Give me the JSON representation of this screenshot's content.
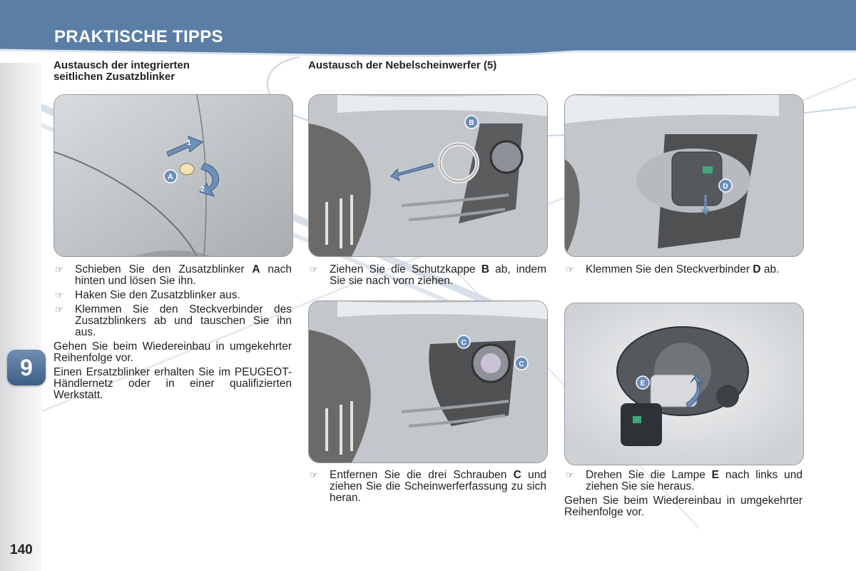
{
  "header": {
    "title": "PRAKTISCHE TIPPS"
  },
  "sidebar": {
    "chapter": "9",
    "page_number": "140"
  },
  "left_section": {
    "heading_line1": "Austausch der integrierten",
    "heading_line2": "seitlichen Zusatzblinker",
    "bullets": [
      {
        "pre": "Schieben Sie den Zusatzblinker ",
        "bold": "A",
        "post": " nach hinten und lösen Sie ihn."
      },
      {
        "pre": "Haken Sie den Zusatzblinker aus.",
        "bold": "",
        "post": ""
      },
      {
        "pre": "Klemmen Sie den Steckverbinder des Zusatzblinkers ab und tauschen Sie ihn aus.",
        "bold": "",
        "post": ""
      }
    ],
    "para1": "Gehen Sie beim Wiedereinbau in umgekehrter Reihenfolge vor.",
    "para2": "Einen Ersatzblinker erhalten Sie im PEUGEOT-Händlernetz oder in einer qualifizierten Werkstatt.",
    "image_labels": {
      "a": "A",
      "one": "1",
      "two": "2"
    }
  },
  "fog_section": {
    "heading": "Austausch der Nebelscheinwerfer (5)",
    "step1": {
      "pre": "Ziehen Sie die Schutzkappe ",
      "bold": "B",
      "post": " ab, indem Sie sie nach vorn ziehen.",
      "label": "B"
    },
    "step2": {
      "pre": "Klemmen Sie den Steckverbinder ",
      "bold": "D",
      "post": " ab.",
      "label": "D"
    },
    "step3": {
      "pre": "Entfernen Sie die drei Schrauben ",
      "bold": "C",
      "post": " und ziehen Sie die Scheinwerferfassung zu sich heran.",
      "label": "C"
    },
    "step4": {
      "pre": "Drehen Sie die Lampe ",
      "bold": "E",
      "post": " nach links und ziehen Sie sie heraus.",
      "label": "E"
    },
    "closing": "Gehen Sie beim Wiedereinbau in umgekehrter Reihenfolge vor."
  },
  "colors": {
    "header_blue": "#5a7ea6",
    "badge_blue": "#4a6d94",
    "line_blue": "#aebfd4"
  },
  "icons": {
    "bullet": "pointing-hand-icon"
  }
}
